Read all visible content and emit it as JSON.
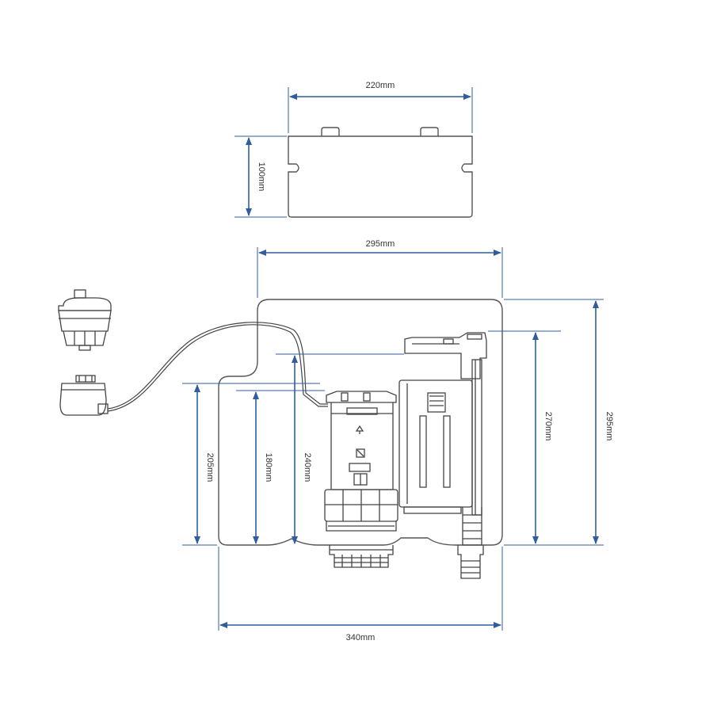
{
  "colors": {
    "outline": "#555555",
    "dimension": "#2f5d9e",
    "text": "#333333",
    "background": "#ffffff"
  },
  "dimensions": {
    "lid_width": "220mm",
    "lid_height": "100mm",
    "cistern_top_width": "295mm",
    "overall_width": "340mm",
    "overall_height": "295mm",
    "valve_height": "270mm",
    "flush_valve_height": "240mm",
    "left_height_outer": "205mm",
    "left_height_inner": "180mm"
  },
  "components": {
    "lid": "cistern-lid",
    "body": "cistern-body",
    "flush_valve": "dual-flush-valve",
    "fill_valve": "fill-valve",
    "push_button": "push-button",
    "button_housing": "button-housing"
  }
}
